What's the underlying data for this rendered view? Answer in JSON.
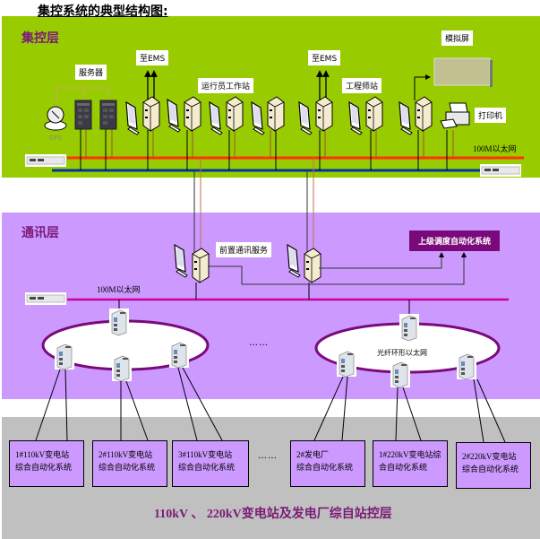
{
  "title": "集控系统的典型结构图:",
  "colors": {
    "control_layer_bg": "#99cc00",
    "comm_layer_bg": "#cc99ff",
    "station_layer_bg": "#c0c0c0",
    "red_bus": "#ff3300",
    "blue_bus": "#0033aa",
    "comm_bus": "#cc0099",
    "ring": "#7a0a7a",
    "layer_text": "#7a1a78"
  },
  "control_layer": {
    "label": "集控层",
    "servers_label": "服务器",
    "gps_label": "GPS",
    "ems_label_1": "至EMS",
    "ems_label_2": "至EMS",
    "operator_ws_label": "运行员工作站",
    "engineer_ws_label": "工程师站",
    "simulation_screen_label": "模拟屏",
    "printer_label": "打印机",
    "ethernet_label": "100M以太网"
  },
  "comm_layer": {
    "label": "通讯层",
    "front_server_label": "前置通讯服务",
    "upper_dispatch_label": "上级调度自动化系统",
    "ethernet_label": "100M以太网",
    "ring_label": "光纤环形以太网",
    "ellipsis": "……"
  },
  "station_layer": {
    "boxes": [
      {
        "line1": "1#110kV变电站",
        "line2": "综合自动化系统"
      },
      {
        "line1": "2#110kV变电站",
        "line2": "综合自动化系统"
      },
      {
        "line1": "3#110kV变电站",
        "line2": "综合自动化系统"
      },
      {
        "line1": "2#发电厂",
        "line2": "综合自动化系统"
      },
      {
        "line1": "1#220kV变电站综",
        "line2": "合自动化系统"
      },
      {
        "line1": "2#220kV变电站",
        "line2": "综合自动化系统"
      }
    ],
    "ellipsis": "……",
    "footer": "110kV 、 220kV变电站及发电厂综自站控层"
  }
}
